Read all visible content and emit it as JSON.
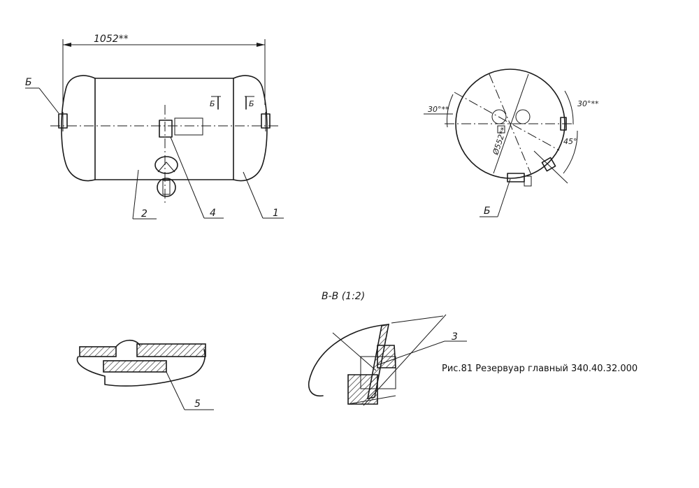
{
  "caption": "Рис.81 Резервуар главный 340.40.32.000",
  "side_view": {
    "length_dim": "1052**",
    "section_mark_left": "Б",
    "section_mark_right": "Б",
    "label_b": "Б",
    "callouts": [
      "2",
      "4",
      "1"
    ]
  },
  "end_view": {
    "angle_left": "30°**",
    "angle_right": "30°**",
    "angle_45": "45°",
    "diameter": "Ø552**",
    "label_b": "Б"
  },
  "section": {
    "title": "В-В (1:2)",
    "callout": "3"
  },
  "detail": {
    "callout": "5"
  }
}
